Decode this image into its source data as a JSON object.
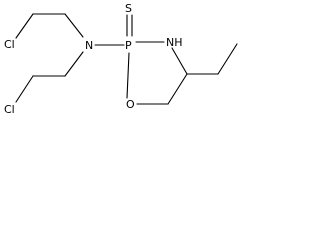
{
  "molecule": {
    "atoms": {
      "cl_top": "Cl",
      "cl_bottom": "Cl",
      "n_amine": "N",
      "p_center": "P",
      "s_thione": "S",
      "nh_ring": "NH",
      "o_ring": "O"
    }
  },
  "colors": {
    "ink": "#000000",
    "background": "#ffffff"
  }
}
